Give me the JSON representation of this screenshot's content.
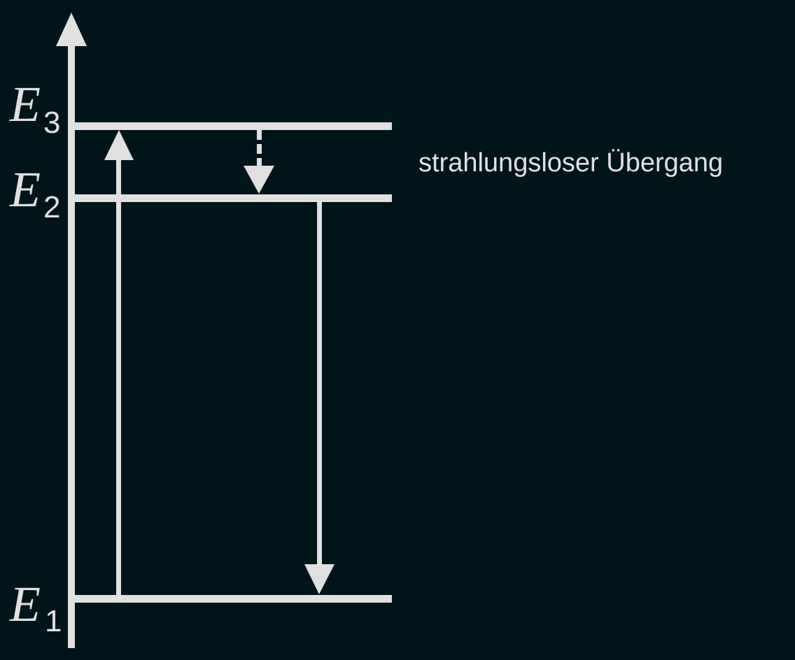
{
  "colors": {
    "background": "#01141a",
    "foreground": "#e0e0e0"
  },
  "levels": [
    {
      "symbol": "E",
      "subscript": "3"
    },
    {
      "symbol": "E",
      "subscript": "2"
    },
    {
      "symbol": "E",
      "subscript": "1"
    }
  ],
  "annotation": "strahlungsloser Übergang",
  "axis": {
    "icon": "arrow-up-icon"
  }
}
